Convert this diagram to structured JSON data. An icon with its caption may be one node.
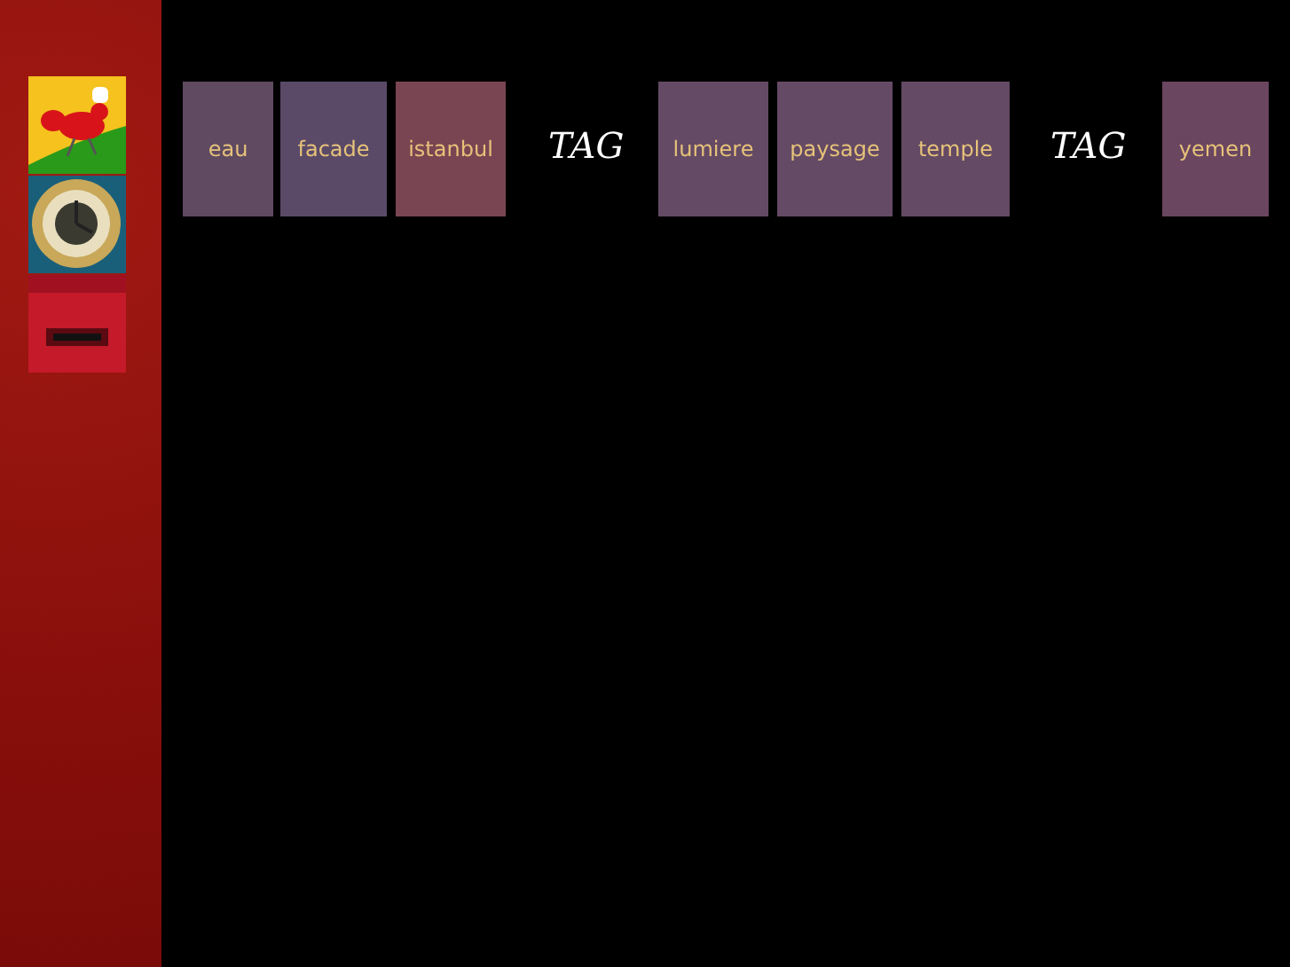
{
  "diagram": {
    "nodes": [
      {
        "text": [
          "eau"
        ]
      },
      {
        "text": [
          "facade"
        ]
      },
      {
        "text": [
          "istanbul"
        ]
      },
      {
        "text": [
          "lumiere"
        ]
      },
      {
        "text": [
          "paysage"
        ]
      },
      {
        "text": [
          "temple"
        ]
      },
      {
        "text": [
          "yemen"
        ]
      }
    ],
    "labels": [
      "TAG",
      "TAG"
    ]
  }
}
